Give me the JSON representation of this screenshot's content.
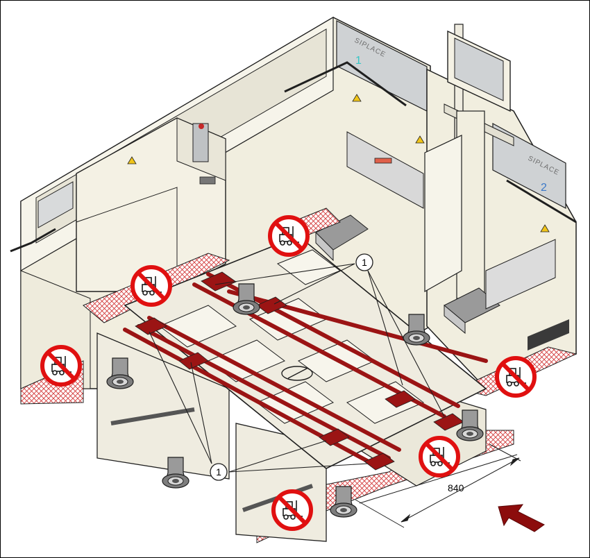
{
  "modules": [
    {
      "brand": "SIPLACE",
      "number": "1",
      "color": "#34c6c6"
    },
    {
      "brand": "SIPLACE",
      "number": "2",
      "color": "#3a78c8"
    }
  ],
  "callout_label": "1",
  "dimension_label": "840",
  "colors": {
    "machine_fill": "#f1eedf",
    "outline": "#1f1f1f",
    "strap_red": "#9b1414",
    "hatch_red": "#d23a3a",
    "forbidden_red": "#e01010",
    "arrow_red": "#8c0c0c",
    "window_grey": "#cfd2d4"
  },
  "icons": [
    "no-forklift-icon",
    "direction-arrow-icon",
    "warning-triangle-icon"
  ]
}
